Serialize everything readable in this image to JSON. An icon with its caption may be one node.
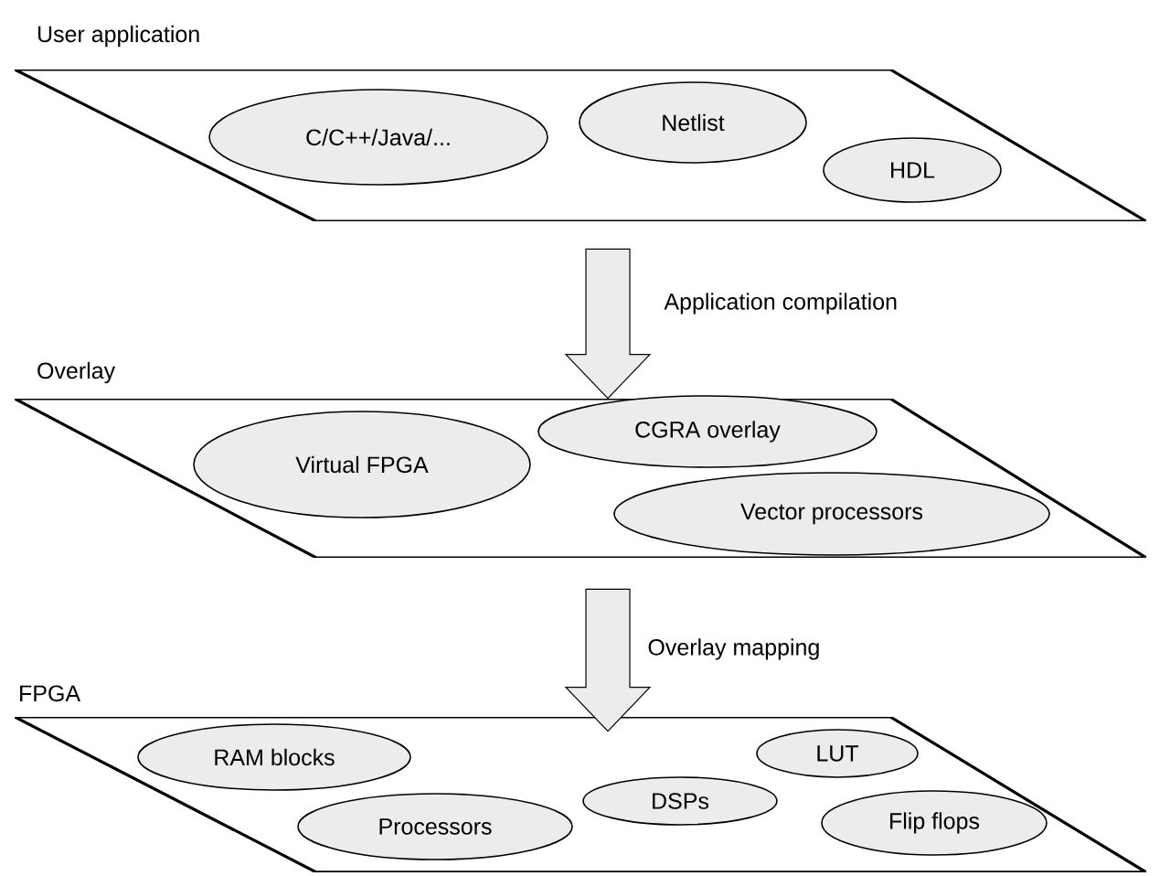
{
  "diagram": {
    "nodes": [
      {
        "text": [
          "User application"
        ]
      },
      {
        "text": [
          "C/C++/Java/..."
        ],
        "in": 0
      },
      {
        "text": [
          "Netlist"
        ],
        "in": 0
      },
      {
        "text": [
          "HDL"
        ],
        "in": 0
      },
      {
        "text": [
          "Overlay"
        ]
      },
      {
        "text": [
          "Virtual FPGA"
        ],
        "in": 4
      },
      {
        "text": [
          "CGRA overlay"
        ],
        "in": 4
      },
      {
        "text": [
          "Vector processors"
        ],
        "in": 4
      },
      {
        "text": [
          "FPGA"
        ]
      },
      {
        "text": [
          "RAM blocks"
        ],
        "in": 8
      },
      {
        "text": [
          "LUT"
        ],
        "in": 8
      },
      {
        "text": [
          "DSPs"
        ],
        "in": 8
      },
      {
        "text": [
          "Processors"
        ],
        "in": 8
      },
      {
        "text": [
          "Flip flops"
        ],
        "in": 8
      }
    ],
    "edges": [
      {
        "from": 0,
        "to": 4,
        "arrow": "to",
        "label": "Application compilation"
      },
      {
        "from": 4,
        "to": 8,
        "arrow": "to",
        "label": "Overlay mapping"
      }
    ]
  }
}
